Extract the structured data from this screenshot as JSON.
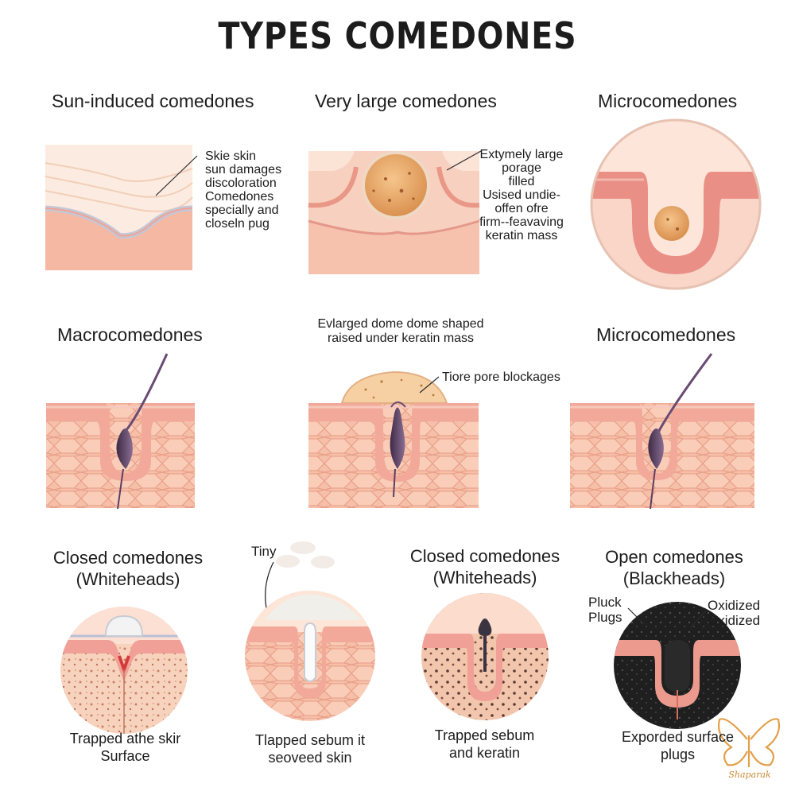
{
  "title": "TYPES COMEDONES",
  "panels": {
    "sun_induced": {
      "heading": "Sun-induced comedones",
      "note": [
        "Skie skin",
        "sun damages",
        "discoloration",
        "Comedones",
        "specially and",
        "closeln pug"
      ]
    },
    "very_large": {
      "heading": "Very large comedones",
      "note": [
        "Extymely large",
        "porage",
        "filled",
        "Usised undie-",
        "offen ofre",
        "firm--feavaving",
        "keratin mass"
      ]
    },
    "micro_top": {
      "heading": "Microcomedones"
    },
    "macro": {
      "heading": "Macrocomedones"
    },
    "enlarged": {
      "note": [
        "Evlarged dome dome shaped",
        "raised under keratin mass"
      ],
      "pointer": "Tiore pore blockages"
    },
    "micro_mid": {
      "heading": "Microcomedones"
    },
    "closed_1": {
      "heading": [
        "Closed comedones",
        "(Whiteheads)"
      ],
      "caption": [
        "Trapped athe skir",
        "Surface"
      ]
    },
    "tiny": {
      "label": "Tiny",
      "caption": [
        "Tlapped sebum it",
        "seoveed skin"
      ]
    },
    "closed_2": {
      "heading": [
        "Closed comedones",
        "(Whiteheads)"
      ],
      "caption": [
        "Trapped sebum",
        "and keratin"
      ]
    },
    "open": {
      "heading": [
        "Open comedones",
        "(Blackheads)"
      ],
      "left_note": [
        "Pluck",
        "Plugs"
      ],
      "right_note": [
        "Oxidized",
        "Oxidized"
      ],
      "caption": [
        "Exporded surface",
        "plugs"
      ]
    }
  },
  "logo": {
    "text": "Shaparak"
  },
  "colors": {
    "skin_light": "#fbe3d6",
    "skin_mid": "#f6c3ae",
    "skin_deep": "#eea28f",
    "cell_line": "#e79b88",
    "pore_line": "#d9705f",
    "hair": "#5c3f61",
    "plug": "#e3aa67",
    "logo": "#e2a04a"
  },
  "icons": [
    "leader-line",
    "hair-shaft-icon",
    "butterfly-logo-icon"
  ]
}
